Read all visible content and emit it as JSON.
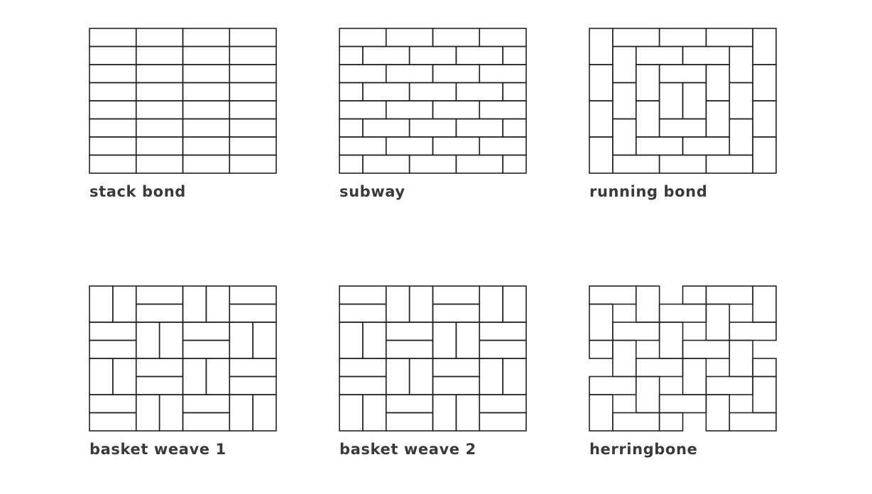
{
  "patterns": [
    {
      "id": "stack-bond",
      "label": "stack bond"
    },
    {
      "id": "subway",
      "label": "subway"
    },
    {
      "id": "running-bond",
      "label": "running bond"
    },
    {
      "id": "basket-weave-1",
      "label": "basket weave 1"
    },
    {
      "id": "basket-weave-2",
      "label": "basket weave 2"
    },
    {
      "id": "herringbone",
      "label": "herringbone"
    }
  ],
  "colors": {
    "line": "#222222",
    "text": "#3a3a3a",
    "background": "#ffffff"
  }
}
